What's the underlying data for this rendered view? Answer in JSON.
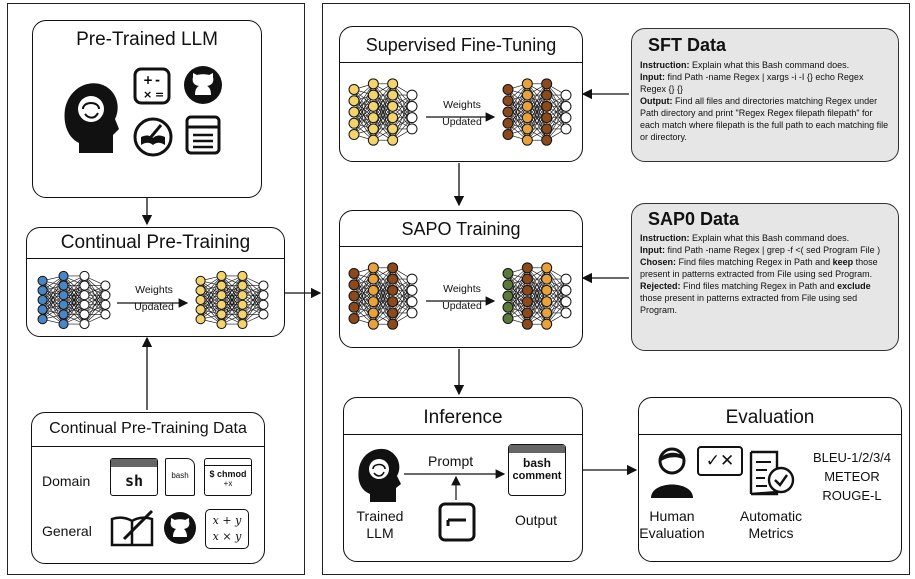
{
  "left_panel": {
    "pretrained": {
      "title": "Pre-Trained LLM"
    },
    "cpt": {
      "title": "Continual Pre-Training",
      "weights_line1": "Weights",
      "weights_line2": "Updated"
    },
    "cpt_data": {
      "title": "Continual Pre-Training Data",
      "domain_label": "Domain",
      "general_label": "General",
      "sh_label": "sh",
      "bash_label": "bash",
      "chmod_label1": "$ chmod",
      "chmod_label2": "+x",
      "math1": "x + y",
      "math2": "x × y"
    }
  },
  "sft": {
    "title": "Supervised Fine-Tuning",
    "weights_line1": "Weights",
    "weights_line2": "Updated"
  },
  "sapo": {
    "title": "SAPO Training",
    "weights_line1": "Weights",
    "weights_line2": "Updated"
  },
  "sft_data": {
    "title": "SFT Data",
    "instruction_label": "Instruction:",
    "instruction": " Explain what this Bash command does.",
    "input_label": "Input:",
    "input": " find Path -name Regex | xargs -i -I {} echo Regex Regex {} {}",
    "output_label": "Output:",
    "output": " Find all files and directories matching Regex under Path directory and print \"Regex Regex filepath filepath\" for each match where filepath is the full path to each matching file or directory."
  },
  "sapo_data": {
    "title": "SAP0 Data",
    "instruction_label": "Instruction:",
    "instruction": " Explain what this Bash command does.",
    "input_label": "Input:",
    "input": " find Path -name Regex | grep -f <( sed Program File )",
    "chosen_label": "Chosen:",
    "chosen_a": " Find files matching Regex in Path and ",
    "chosen_keep": "keep",
    "chosen_b": " those present in patterns extracted from File using sed Program.",
    "rejected_label": "Rejected:",
    "rejected_a": " Find files matching Regex in Path and ",
    "rejected_exclude": "exclude",
    "rejected_b": " those present in patterns extracted from File using sed Program."
  },
  "inference": {
    "title": "Inference",
    "prompt": "Prompt",
    "trained1": "Trained",
    "trained2": "LLM",
    "output_line1": "bash",
    "output_line2": "comment",
    "output_label": "Output"
  },
  "evaluation": {
    "title": "Evaluation",
    "human1": "Human",
    "human2": "Evaluation",
    "auto1": "Automatic",
    "auto2": "Metrics",
    "metric1": "BLEU-1/2/3/4",
    "metric2": "METEOR",
    "metric3": "ROUGE-L",
    "check_symbol": "✓✕"
  },
  "colors": {
    "blue": "#4a86c5",
    "yellow": "#f3d36b",
    "orange": "#e8a23c",
    "brown": "#8c4a1c",
    "green": "#5a7a3a"
  }
}
